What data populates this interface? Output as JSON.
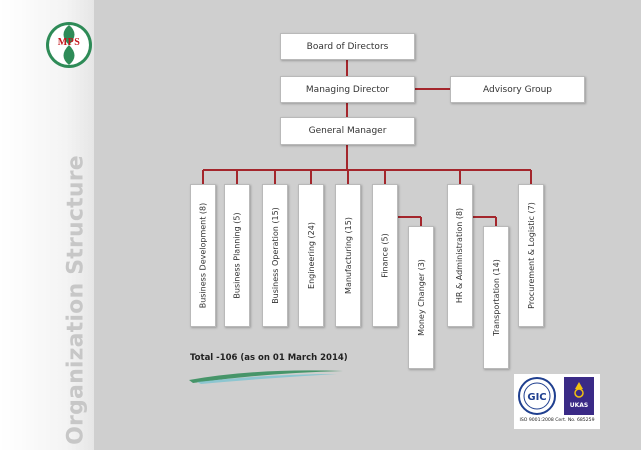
{
  "brand": {
    "logo_text": "MPS",
    "colors": {
      "logo_red": "#c4161c",
      "logo_green": "#2e8b57",
      "connector": "#a4262c",
      "panel": "#cfcfcf",
      "title_grey": "#c7c7c7"
    }
  },
  "page": {
    "side_title": "Organization Structure"
  },
  "org_chart": {
    "board": "Board of Directors",
    "managing_director": "Managing Director",
    "advisory": "Advisory Group",
    "general_manager": "General Manager",
    "departments": [
      "Business Development (8)",
      "Business Planning (5)",
      "Business Operation (15)",
      "Engineering (24)",
      "Manufacturing (15)",
      "Finance (5)",
      "Money Changer (3)",
      "HR & Administration (8)",
      "Transportation (14)",
      "Procurement & Logistic (7)"
    ]
  },
  "summary": {
    "total": "Total -106 (as on 01 March 2014)"
  },
  "certification": {
    "gic_badge_text": "GIC",
    "ukas_badge_text": "UKAS",
    "caption": "ISO 9001:2008 Cert. No. 685259"
  }
}
